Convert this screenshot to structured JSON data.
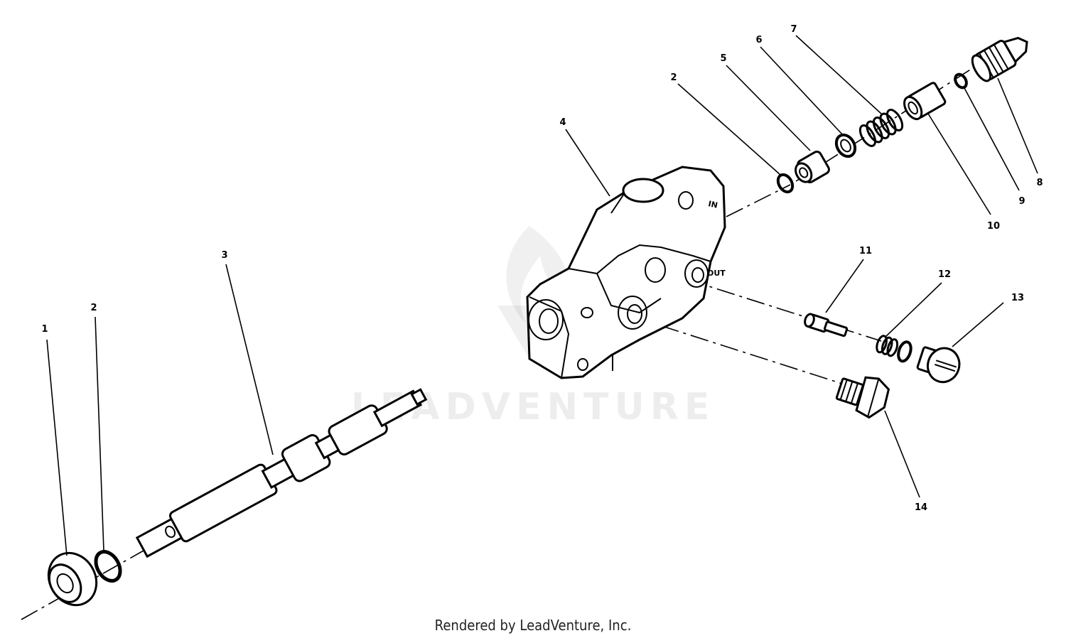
{
  "watermark": "LEADVENTURE",
  "footer": "Rendered by LeadVenture, Inc.",
  "housing_labels": {
    "in": "IN",
    "out": "OUT"
  },
  "callouts": [
    "1",
    "2",
    "3",
    "4",
    "2",
    "5",
    "6",
    "7",
    "10",
    "9",
    "8",
    "11",
    "12",
    "13",
    "14"
  ]
}
